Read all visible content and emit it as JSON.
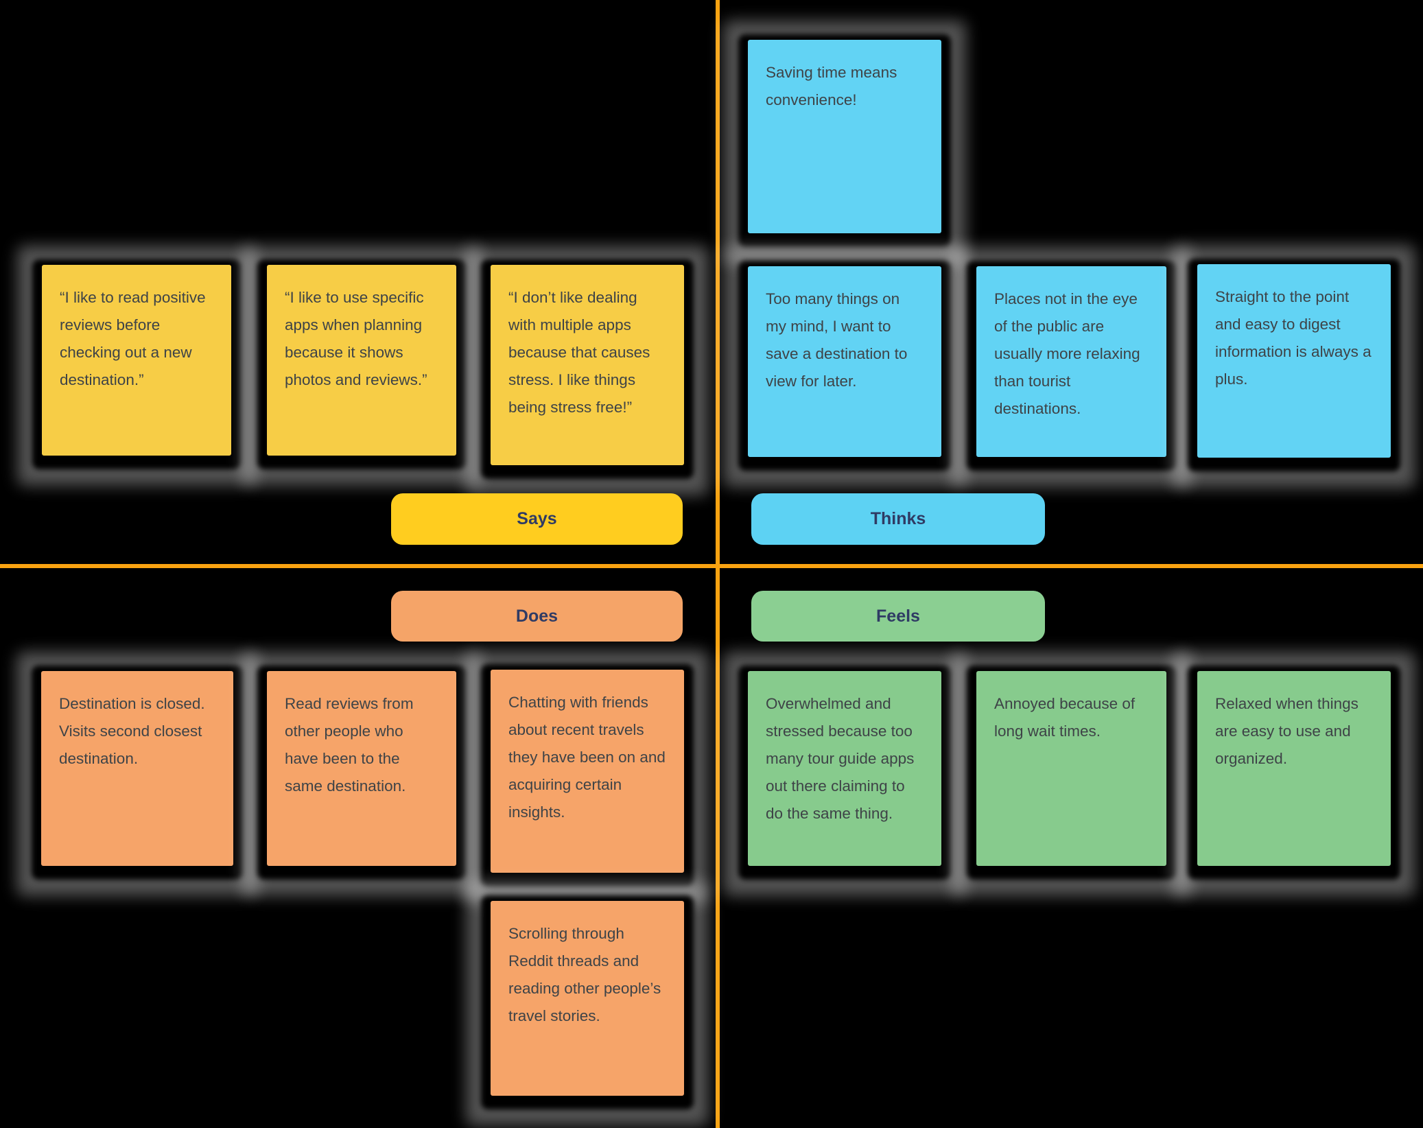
{
  "colors": {
    "background": "#000000",
    "divider_line": "#F9A311",
    "yellow_note": "#F7CD46",
    "yellow_label": "#FFCD1F",
    "blue_note": "#62D3F4",
    "blue_label": "#5DD2F3",
    "orange_note": "#F6A469",
    "orange_label": "#F5A468",
    "green_note": "#87CB8D",
    "green_label": "#8BCF92",
    "note_text": "#3E4347",
    "label_text": "#2F3B64"
  },
  "quadrants": {
    "says": {
      "label": "Says",
      "notes": [
        "“I like to read positive reviews before checking out a new destination.”",
        "“I like to use specific apps when planning because it shows photos and reviews.”",
        "“I don’t like dealing with multiple apps because that causes stress. I like things being stress free!”"
      ]
    },
    "thinks": {
      "label": "Thinks",
      "notes": [
        "Saving time means convenience!",
        "Too many things on my mind, I want to save a destination to view for later.",
        "Places not in the eye of the public are usually more relaxing than tourist destinations.",
        "Straight to the point and easy to digest information is always a plus."
      ]
    },
    "does": {
      "label": "Does",
      "notes": [
        "Destination is closed. Visits second closest destination.",
        "Read reviews from other people who have been to the same destination.",
        "Chatting with friends about recent travels they have been on and acquiring certain insights.",
        "Scrolling through Reddit threads and reading other people’s travel stories."
      ]
    },
    "feels": {
      "label": "Feels",
      "notes": [
        "Overwhelmed and stressed because too many tour guide apps out there claiming to do the same thing.",
        "Annoyed because of long wait times.",
        "Relaxed when things are easy to use and organized."
      ]
    }
  }
}
